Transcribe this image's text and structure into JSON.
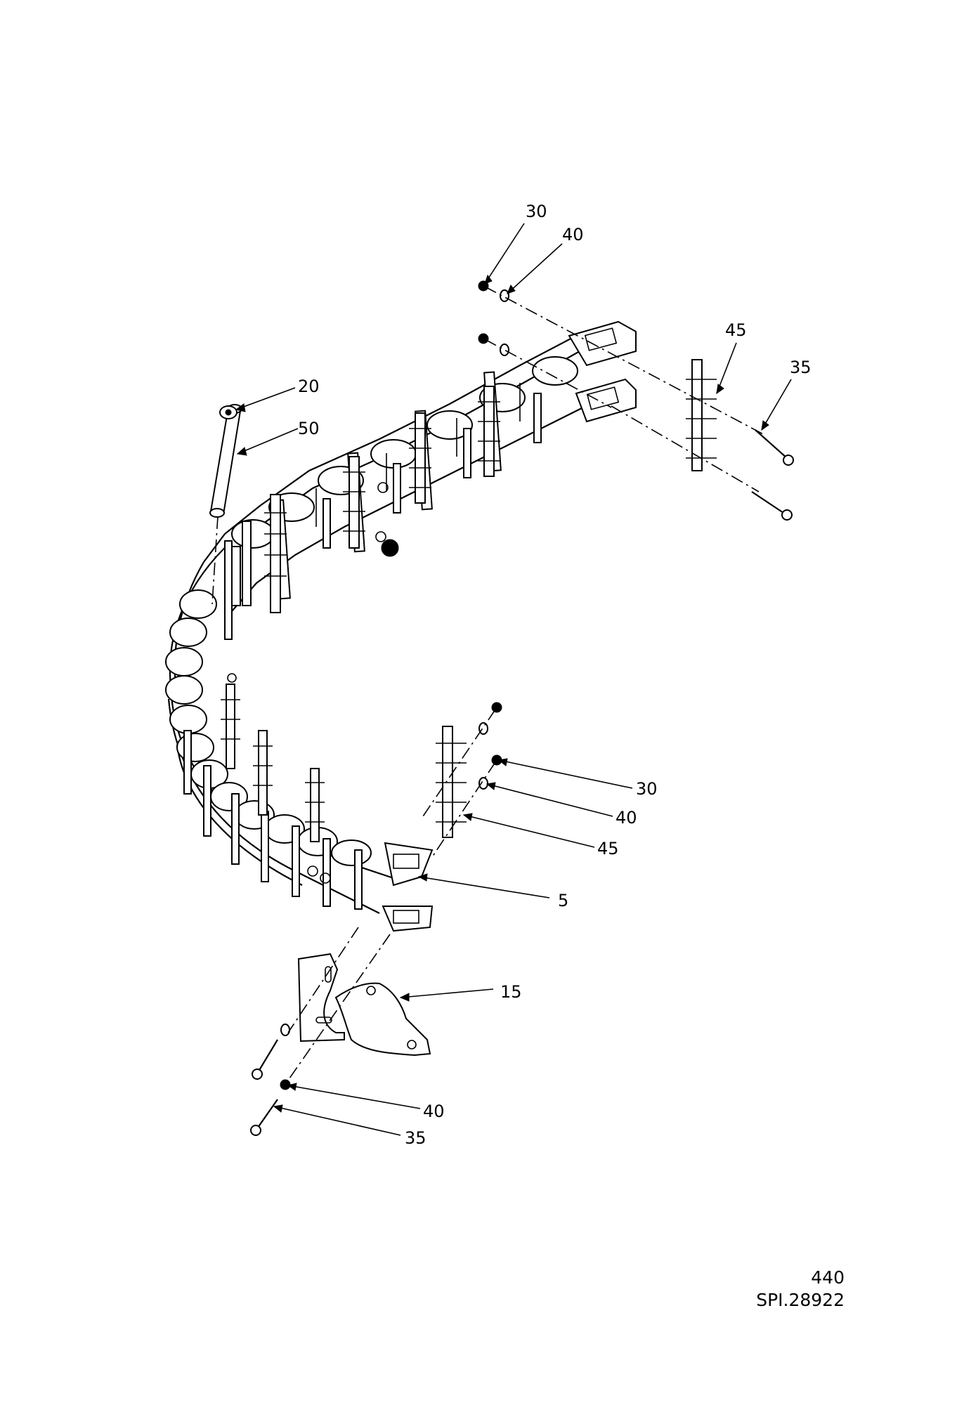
{
  "callouts": {
    "c30_top": "30",
    "c40_top": "40",
    "c45_top": "45",
    "c35_top": "35",
    "c20": "20",
    "c50": "50",
    "c30_mid": "30",
    "c40_mid": "40",
    "c45_mid": "45",
    "c5": "5",
    "c15": "15",
    "c40_bot": "40",
    "c35_bot": "35"
  },
  "reference": {
    "sheet": "440",
    "code": "SPI.28922"
  }
}
